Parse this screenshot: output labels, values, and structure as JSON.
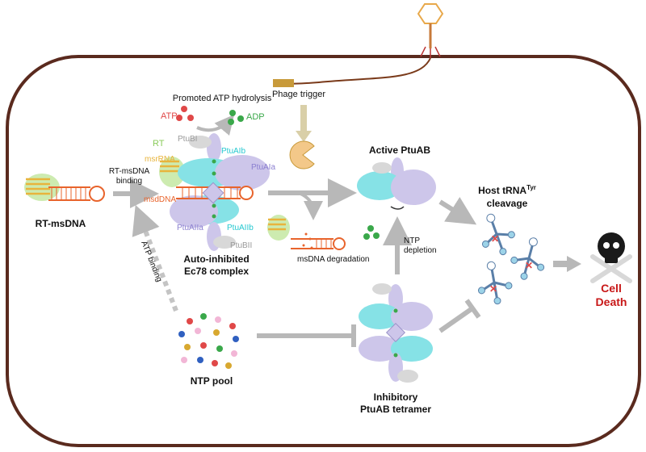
{
  "labels": {
    "phage_trigger": "Phage trigger",
    "promoted_atp": "Promoted ATP hydrolysis",
    "atp": "ATP",
    "adp": "ADP",
    "rt": "RT",
    "msrna": "msrRNA",
    "msddna": "msdDNA",
    "ptubi": "PtuBI",
    "ptubii": "PtuBII",
    "ptuaib": "PtuAIb",
    "ptuaia": "PtuAIa",
    "ptuaiia": "PtuAIIa",
    "ptuaiib": "PtuAIIb",
    "rt_msdna": "RT-msDNA",
    "rt_msdna_binding_1": "RT-msDNA",
    "rt_msdna_binding_2": "binding",
    "auto_inhibited_1": "Auto-inhibited",
    "auto_inhibited_2": "Ec78 complex",
    "msdna_degradation": "msDNA degradation",
    "active_ptuab": "Active PtuAB",
    "ntp_depletion_1": "NTP",
    "ntp_depletion_2": "depletion",
    "host_trna_1": "Host tRNA",
    "host_trna_sup": "Tyr",
    "host_trna_2": "cleavage",
    "atp_binding": "ATP binding",
    "ntp_pool": "NTP pool",
    "inhibitory_1": "Inhibitory",
    "inhibitory_2": "PtuAB tetramer",
    "cell_1": "Cell",
    "cell_2": "Death"
  },
  "colors": {
    "cell_membrane": "#5a2a1e",
    "ptua": "#cdc6ea",
    "ptub": "#86e2e6",
    "rt_protein": "#cdebb0",
    "rna": "#e8b43c",
    "dna": "#e8642c",
    "atp": "#e04848",
    "adp": "#3aa84a",
    "arrow_gray": "#b8b8b8",
    "phage_arrow": "#d9cfa8",
    "death_text": "#c81818"
  }
}
